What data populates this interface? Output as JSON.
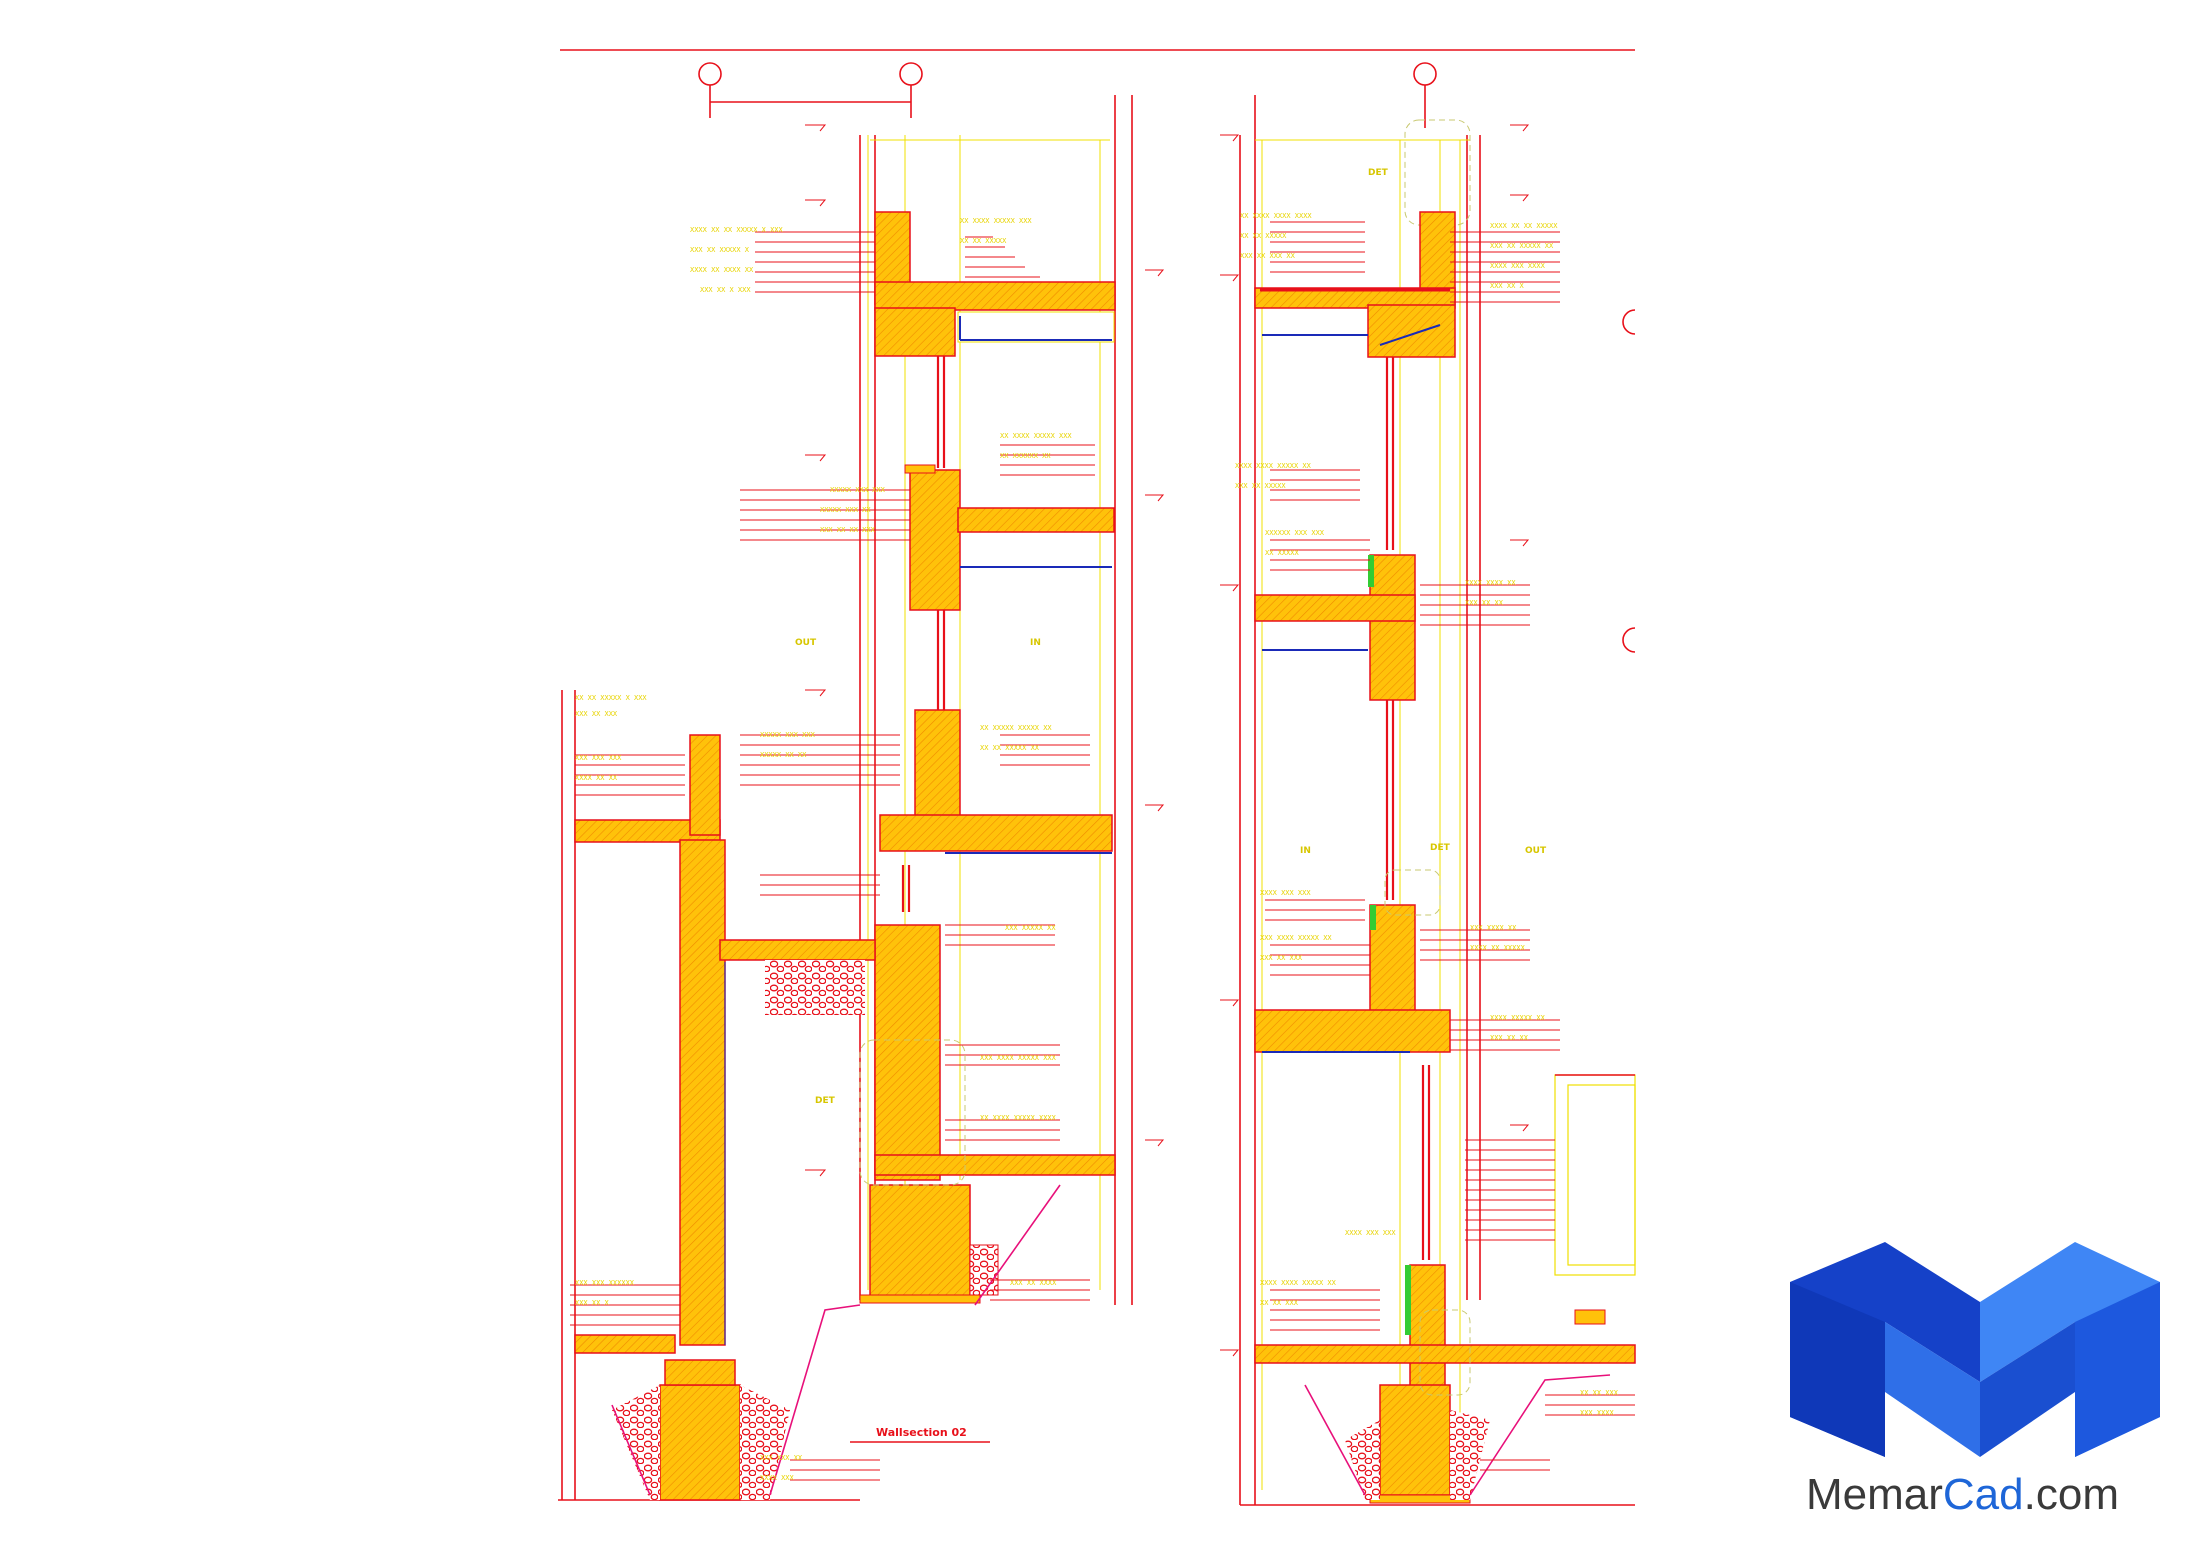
{
  "drawing": {
    "title": "Wallsection 02",
    "section_labels": {
      "out_left": "OUT",
      "in_left": "IN",
      "in_right": "IN",
      "out_right": "OUT",
      "det_left": "DET",
      "det_right_top": "DET",
      "det_right_mid": "DET"
    },
    "colors": {
      "line": "#e8101a",
      "fill": "#ffc20a",
      "hatch": "#ff8a00",
      "annotation": "#e8d400",
      "insulation": "#1a2ab8",
      "membrane": "#e8107a",
      "green": "#33cc33"
    }
  },
  "brand": {
    "name_left": "Memar",
    "name_mid": "Cad",
    "name_right": ".com",
    "logo_icon": "memarcad-m-logo-icon",
    "colors": {
      "dark": "#1541c8",
      "light": "#3f86f5",
      "text": "#3a3a3a",
      "accent": "#1e66d8"
    }
  }
}
